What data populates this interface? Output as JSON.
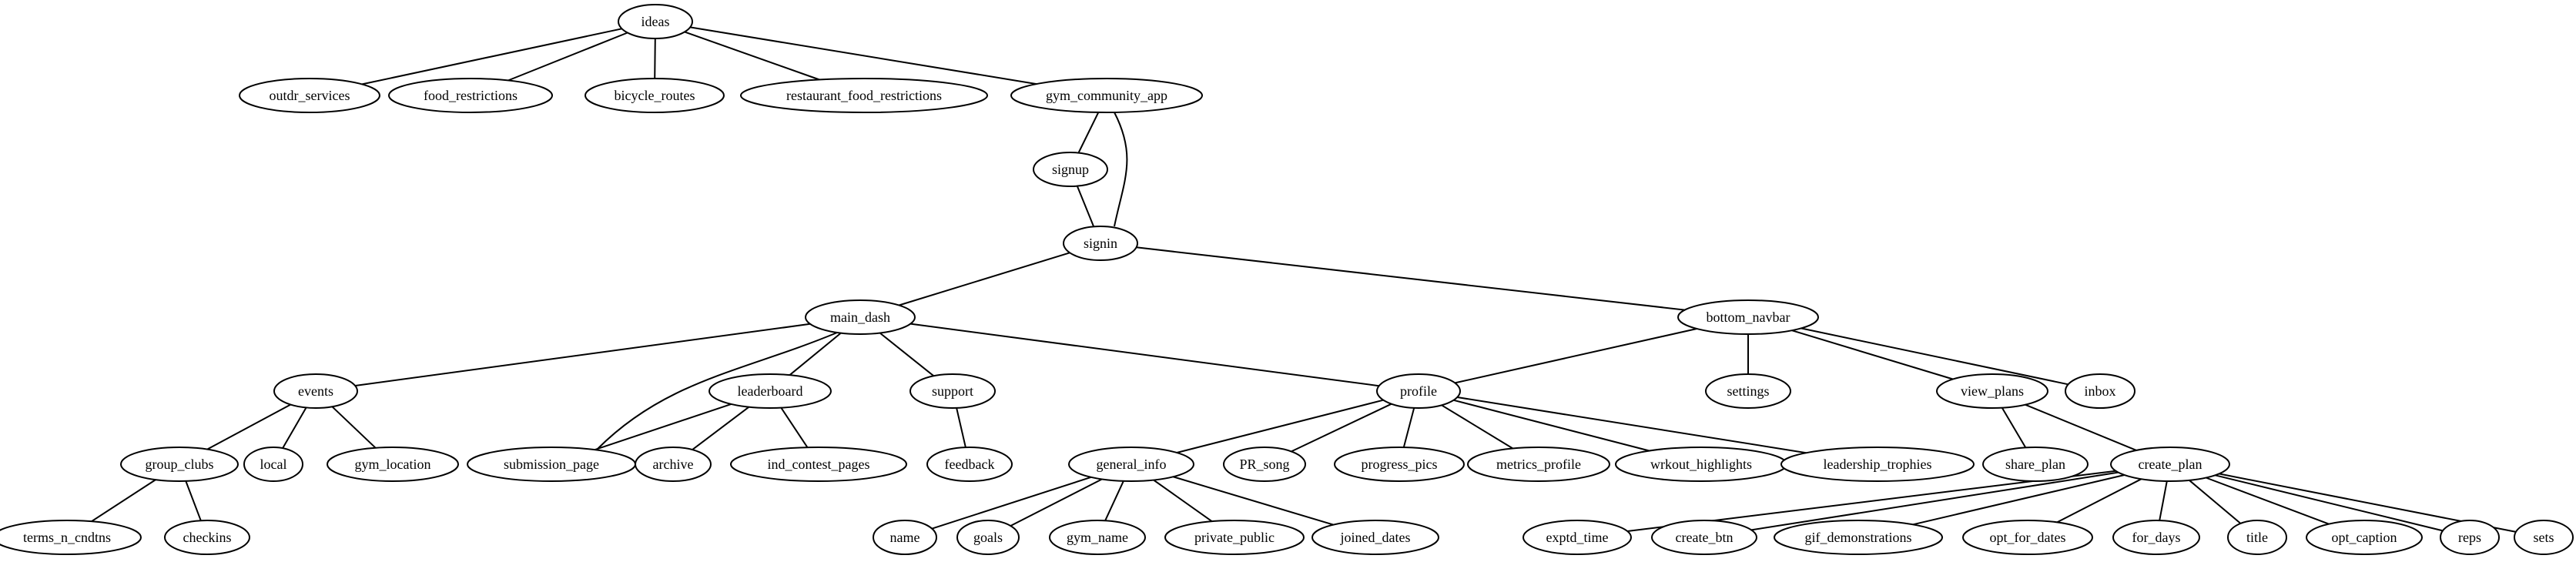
{
  "graph": {
    "type": "undirected-tree",
    "colors": {
      "background": "#ffffff",
      "stroke": "#000000",
      "text": "#000000"
    },
    "nodes": [
      {
        "id": "ideas",
        "label": "ideas"
      },
      {
        "id": "outdr_services",
        "label": "outdr_services"
      },
      {
        "id": "food_restrictions",
        "label": "food_restrictions"
      },
      {
        "id": "bicycle_routes",
        "label": "bicycle_routes"
      },
      {
        "id": "restaurant_food_restrictions",
        "label": "restaurant_food_restrictions"
      },
      {
        "id": "gym_community_app",
        "label": "gym_community_app"
      },
      {
        "id": "signup",
        "label": "signup"
      },
      {
        "id": "signin",
        "label": "signin"
      },
      {
        "id": "main_dash",
        "label": "main_dash"
      },
      {
        "id": "bottom_navbar",
        "label": "bottom_navbar"
      },
      {
        "id": "events",
        "label": "events"
      },
      {
        "id": "leaderboard",
        "label": "leaderboard"
      },
      {
        "id": "support",
        "label": "support"
      },
      {
        "id": "profile",
        "label": "profile"
      },
      {
        "id": "settings",
        "label": "settings"
      },
      {
        "id": "view_plans",
        "label": "view_plans"
      },
      {
        "id": "inbox",
        "label": "inbox"
      },
      {
        "id": "group_clubs",
        "label": "group_clubs"
      },
      {
        "id": "local",
        "label": "local"
      },
      {
        "id": "gym_location",
        "label": "gym_location"
      },
      {
        "id": "submission_page",
        "label": "submission_page"
      },
      {
        "id": "archive",
        "label": "archive"
      },
      {
        "id": "ind_contest_pages",
        "label": "ind_contest_pages"
      },
      {
        "id": "feedback",
        "label": "feedback"
      },
      {
        "id": "general_info",
        "label": "general_info"
      },
      {
        "id": "PR_song",
        "label": "PR_song"
      },
      {
        "id": "progress_pics",
        "label": "progress_pics"
      },
      {
        "id": "metrics_profile",
        "label": "metrics_profile"
      },
      {
        "id": "wrkout_highlights",
        "label": "wrkout_highlights"
      },
      {
        "id": "leadership_trophies",
        "label": "leadership_trophies"
      },
      {
        "id": "share_plan",
        "label": "share_plan"
      },
      {
        "id": "create_plan",
        "label": "create_plan"
      },
      {
        "id": "terms_n_cndtns",
        "label": "terms_n_cndtns"
      },
      {
        "id": "checkins",
        "label": "checkins"
      },
      {
        "id": "name",
        "label": "name"
      },
      {
        "id": "goals",
        "label": "goals"
      },
      {
        "id": "gym_name",
        "label": "gym_name"
      },
      {
        "id": "private_public",
        "label": "private_public"
      },
      {
        "id": "joined_dates",
        "label": "joined_dates"
      },
      {
        "id": "exptd_time",
        "label": "exptd_time"
      },
      {
        "id": "create_btn",
        "label": "create_btn"
      },
      {
        "id": "gif_demonstrations",
        "label": "gif_demonstrations"
      },
      {
        "id": "opt_for_dates",
        "label": "opt_for_dates"
      },
      {
        "id": "for_days",
        "label": "for_days"
      },
      {
        "id": "title",
        "label": "title"
      },
      {
        "id": "opt_caption",
        "label": "opt_caption"
      },
      {
        "id": "reps",
        "label": "reps"
      },
      {
        "id": "sets",
        "label": "sets"
      }
    ],
    "edges": [
      {
        "from": "ideas",
        "to": "outdr_services"
      },
      {
        "from": "ideas",
        "to": "food_restrictions"
      },
      {
        "from": "ideas",
        "to": "bicycle_routes"
      },
      {
        "from": "ideas",
        "to": "restaurant_food_restrictions"
      },
      {
        "from": "ideas",
        "to": "gym_community_app"
      },
      {
        "from": "gym_community_app",
        "to": "signup"
      },
      {
        "from": "gym_community_app",
        "to": "signin"
      },
      {
        "from": "signup",
        "to": "signin"
      },
      {
        "from": "signin",
        "to": "main_dash"
      },
      {
        "from": "signin",
        "to": "bottom_navbar"
      },
      {
        "from": "main_dash",
        "to": "events"
      },
      {
        "from": "main_dash",
        "to": "submission_page"
      },
      {
        "from": "main_dash",
        "to": "leaderboard"
      },
      {
        "from": "main_dash",
        "to": "support"
      },
      {
        "from": "main_dash",
        "to": "profile"
      },
      {
        "from": "bottom_navbar",
        "to": "profile"
      },
      {
        "from": "bottom_navbar",
        "to": "settings"
      },
      {
        "from": "bottom_navbar",
        "to": "view_plans"
      },
      {
        "from": "bottom_navbar",
        "to": "inbox"
      },
      {
        "from": "events",
        "to": "group_clubs"
      },
      {
        "from": "events",
        "to": "local"
      },
      {
        "from": "events",
        "to": "gym_location"
      },
      {
        "from": "leaderboard",
        "to": "submission_page"
      },
      {
        "from": "leaderboard",
        "to": "archive"
      },
      {
        "from": "leaderboard",
        "to": "ind_contest_pages"
      },
      {
        "from": "support",
        "to": "feedback"
      },
      {
        "from": "profile",
        "to": "general_info"
      },
      {
        "from": "profile",
        "to": "PR_song"
      },
      {
        "from": "profile",
        "to": "progress_pics"
      },
      {
        "from": "profile",
        "to": "metrics_profile"
      },
      {
        "from": "profile",
        "to": "wrkout_highlights"
      },
      {
        "from": "profile",
        "to": "leadership_trophies"
      },
      {
        "from": "view_plans",
        "to": "share_plan"
      },
      {
        "from": "view_plans",
        "to": "create_plan"
      },
      {
        "from": "group_clubs",
        "to": "terms_n_cndtns"
      },
      {
        "from": "group_clubs",
        "to": "checkins"
      },
      {
        "from": "general_info",
        "to": "name"
      },
      {
        "from": "general_info",
        "to": "goals"
      },
      {
        "from": "general_info",
        "to": "gym_name"
      },
      {
        "from": "general_info",
        "to": "private_public"
      },
      {
        "from": "general_info",
        "to": "joined_dates"
      },
      {
        "from": "create_plan",
        "to": "exptd_time"
      },
      {
        "from": "create_plan",
        "to": "create_btn"
      },
      {
        "from": "create_plan",
        "to": "gif_demonstrations"
      },
      {
        "from": "create_plan",
        "to": "opt_for_dates"
      },
      {
        "from": "create_plan",
        "to": "for_days"
      },
      {
        "from": "create_plan",
        "to": "title"
      },
      {
        "from": "create_plan",
        "to": "opt_caption"
      },
      {
        "from": "create_plan",
        "to": "reps"
      },
      {
        "from": "create_plan",
        "to": "sets"
      }
    ]
  }
}
